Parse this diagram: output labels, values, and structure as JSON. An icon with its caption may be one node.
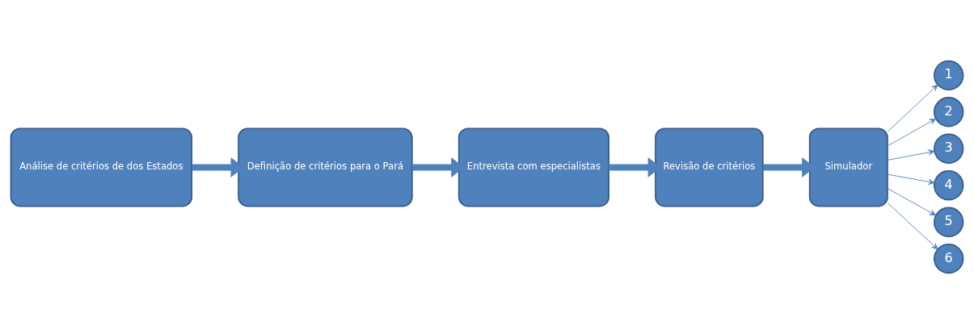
{
  "diagram": {
    "nodes": [
      {
        "text": [
          "Análise de critérios de dos Estados"
        ]
      },
      {
        "text": [
          "Definição de critérios para o Pará"
        ]
      },
      {
        "text": [
          "Entrevista com especialistas"
        ]
      },
      {
        "text": [
          "Revisão de critérios"
        ]
      },
      {
        "text": [
          "Simulador"
        ]
      },
      {
        "text": [
          "1"
        ]
      },
      {
        "text": [
          "2"
        ]
      },
      {
        "text": [
          "3"
        ]
      },
      {
        "text": [
          "4"
        ]
      },
      {
        "text": [
          "5"
        ]
      },
      {
        "text": [
          "6"
        ]
      }
    ],
    "edges": [
      {
        "from": 0,
        "to": 1,
        "arrow": "to",
        "style": "thick"
      },
      {
        "from": 1,
        "to": 2,
        "arrow": "to",
        "style": "thick"
      },
      {
        "from": 2,
        "to": 3,
        "arrow": "to",
        "style": "thick"
      },
      {
        "from": 3,
        "to": 4,
        "arrow": "to",
        "style": "thick"
      },
      {
        "from": 4,
        "to": 5,
        "arrow": "to"
      },
      {
        "from": 4,
        "to": 6,
        "arrow": "to"
      },
      {
        "from": 4,
        "to": 7,
        "arrow": "to"
      },
      {
        "from": 4,
        "to": 8,
        "arrow": "to"
      },
      {
        "from": 4,
        "to": 9,
        "arrow": "to"
      },
      {
        "from": 4,
        "to": 10,
        "arrow": "to"
      }
    ]
  }
}
